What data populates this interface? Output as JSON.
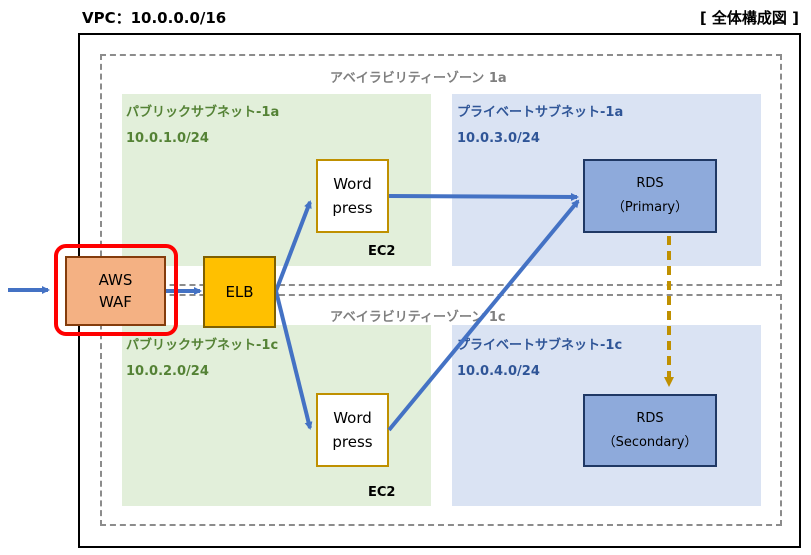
{
  "header": {
    "vpc_title": "VPC：10.0.0.0/16",
    "overall_title": "[ 全体構成図 ]"
  },
  "zones": {
    "az_1a": "アベイラビリティーゾーン 1a",
    "az_1c": "アベイラビリティーゾーン 1c"
  },
  "subnets": {
    "public_1a": {
      "name": "パブリックサブネット-1a",
      "cidr": "10.0.1.0/24"
    },
    "private_1a": {
      "name": "プライベートサブネット-1a",
      "cidr": "10.0.3.0/24"
    },
    "public_1c": {
      "name": "パブリックサブネット-1c",
      "cidr": "10.0.2.0/24"
    },
    "private_1c": {
      "name": "プライベートサブネット-1c",
      "cidr": "10.0.4.0/24"
    }
  },
  "nodes": {
    "waf": "AWS\nWAF",
    "elb": "ELB",
    "wordpress_1a": "Word\npress",
    "wordpress_1c": "Word\npress",
    "ec2_1a": "EC2",
    "ec2_1c": "EC2",
    "rds_primary": "RDS\n（Primary）",
    "rds_secondary": "RDS\n（Secondary）"
  },
  "colors": {
    "arrow": "#4472c4",
    "replication_arrow": "#bf9000",
    "waf_highlight": "#ff0000",
    "public_subnet_bg": "#e2efda",
    "private_subnet_bg": "#dae3f3",
    "elb_fill": "#ffc000",
    "waf_fill": "#f4b183",
    "rds_fill": "#8eaadb"
  }
}
